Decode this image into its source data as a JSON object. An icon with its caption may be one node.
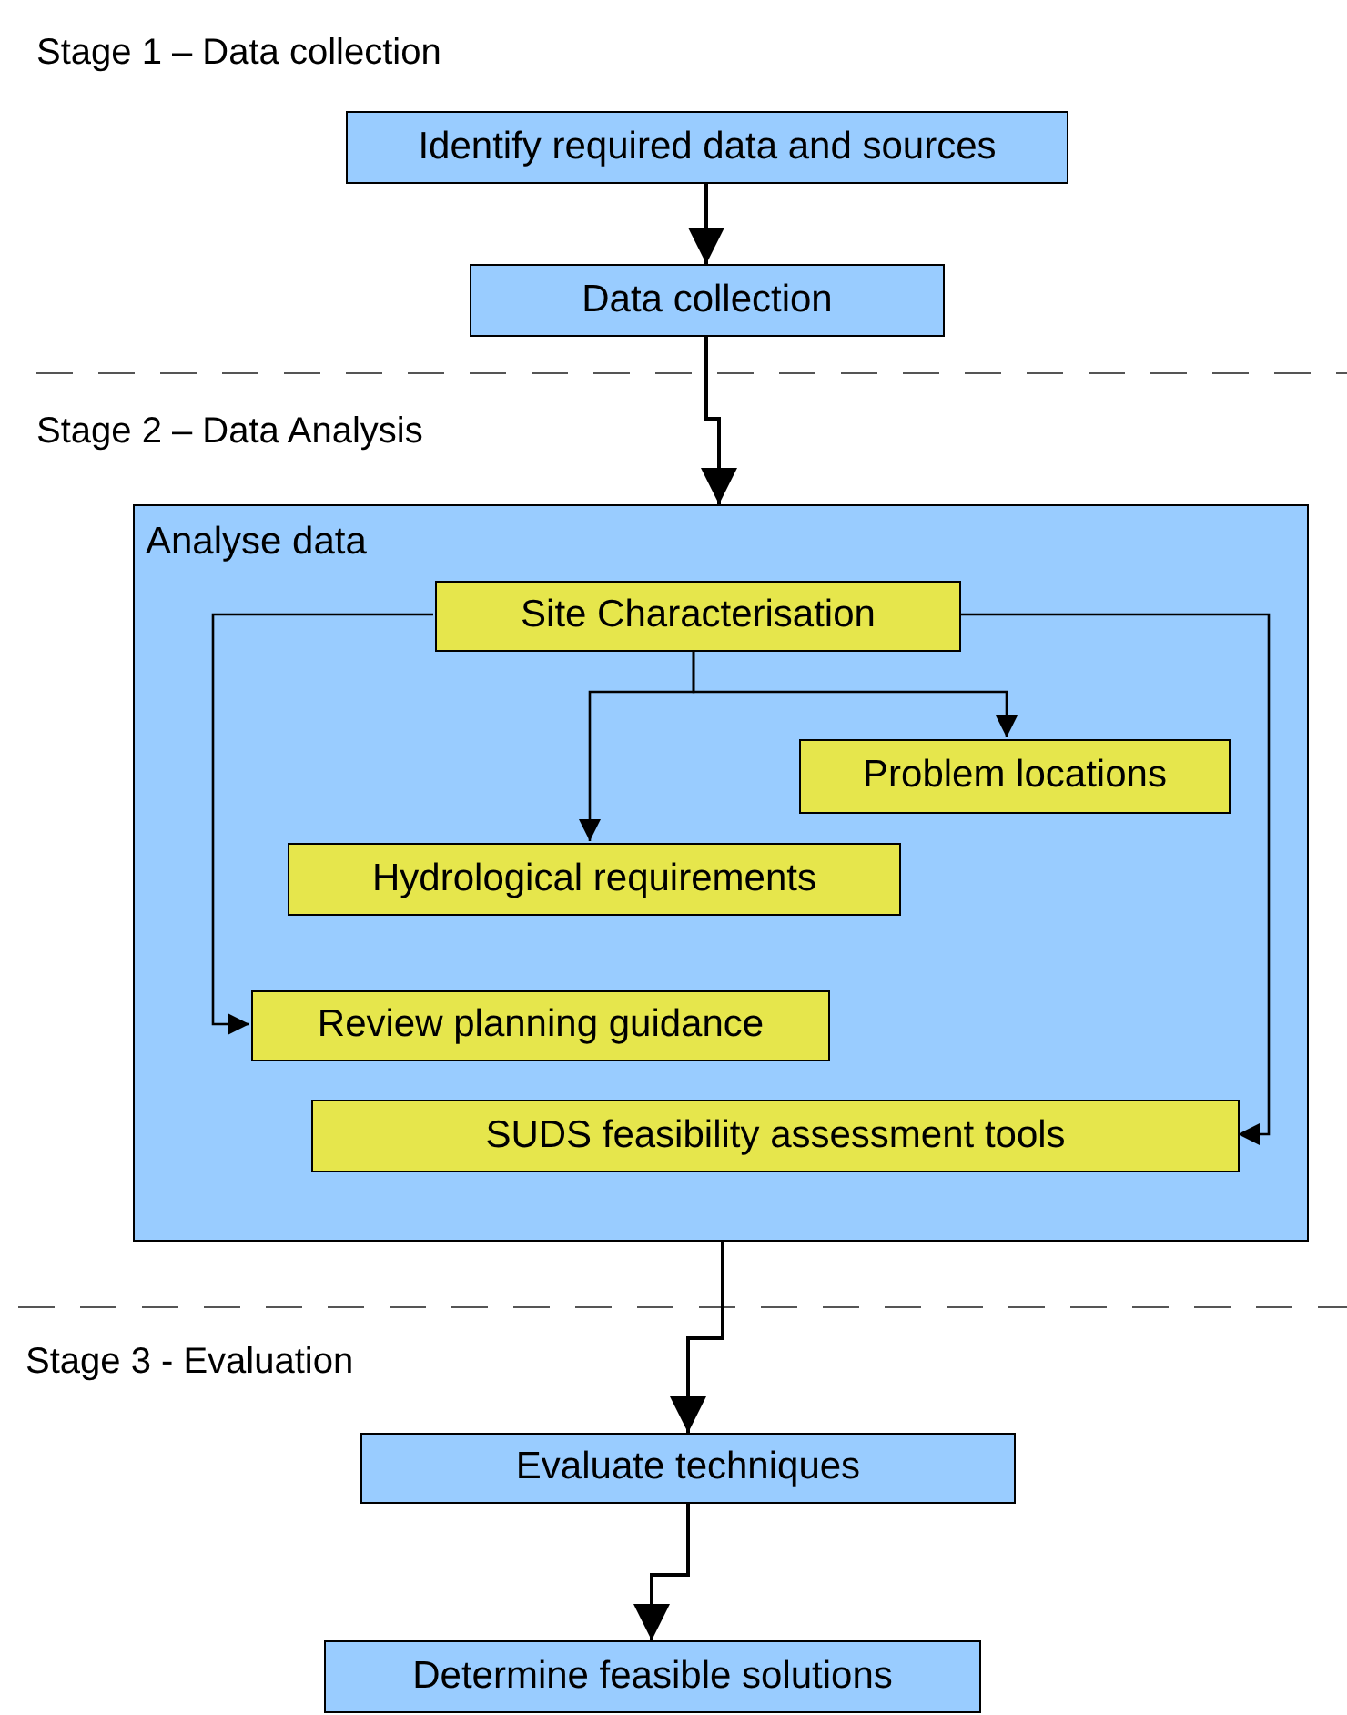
{
  "diagram": {
    "nodes": [
      {
        "text": [
          "Identify required data and sources"
        ]
      },
      {
        "text": [
          "Data collection"
        ]
      },
      {
        "text": [
          "Analyse data"
        ]
      },
      {
        "text": [
          "Site Characterisation"
        ],
        "in": 2
      },
      {
        "text": [
          "Problem locations"
        ],
        "in": 2
      },
      {
        "text": [
          "Hydrological requirements"
        ],
        "in": 2
      },
      {
        "text": [
          "Review planning guidance"
        ],
        "in": 2
      },
      {
        "text": [
          "SUDS feasibility assessment tools"
        ],
        "in": 2
      },
      {
        "text": [
          "Evaluate techniques"
        ]
      },
      {
        "text": [
          "Determine feasible solutions"
        ]
      }
    ],
    "edges": [
      {
        "from": 0,
        "to": 1,
        "arrow": "to"
      },
      {
        "from": 1,
        "to": 2,
        "arrow": "to"
      },
      {
        "from": 3,
        "to": 4,
        "arrow": "to"
      },
      {
        "from": 3,
        "to": 5,
        "arrow": "to"
      },
      {
        "from": 3,
        "to": 6,
        "arrow": "to"
      },
      {
        "from": 3,
        "to": 7,
        "arrow": "to"
      },
      {
        "from": 2,
        "to": 8,
        "arrow": "to"
      },
      {
        "from": 8,
        "to": 9,
        "arrow": "to"
      }
    ],
    "labels": [
      "Stage 1 – Data collection",
      "Stage 2 – Data Analysis",
      "Stage 3 - Evaluation"
    ]
  }
}
